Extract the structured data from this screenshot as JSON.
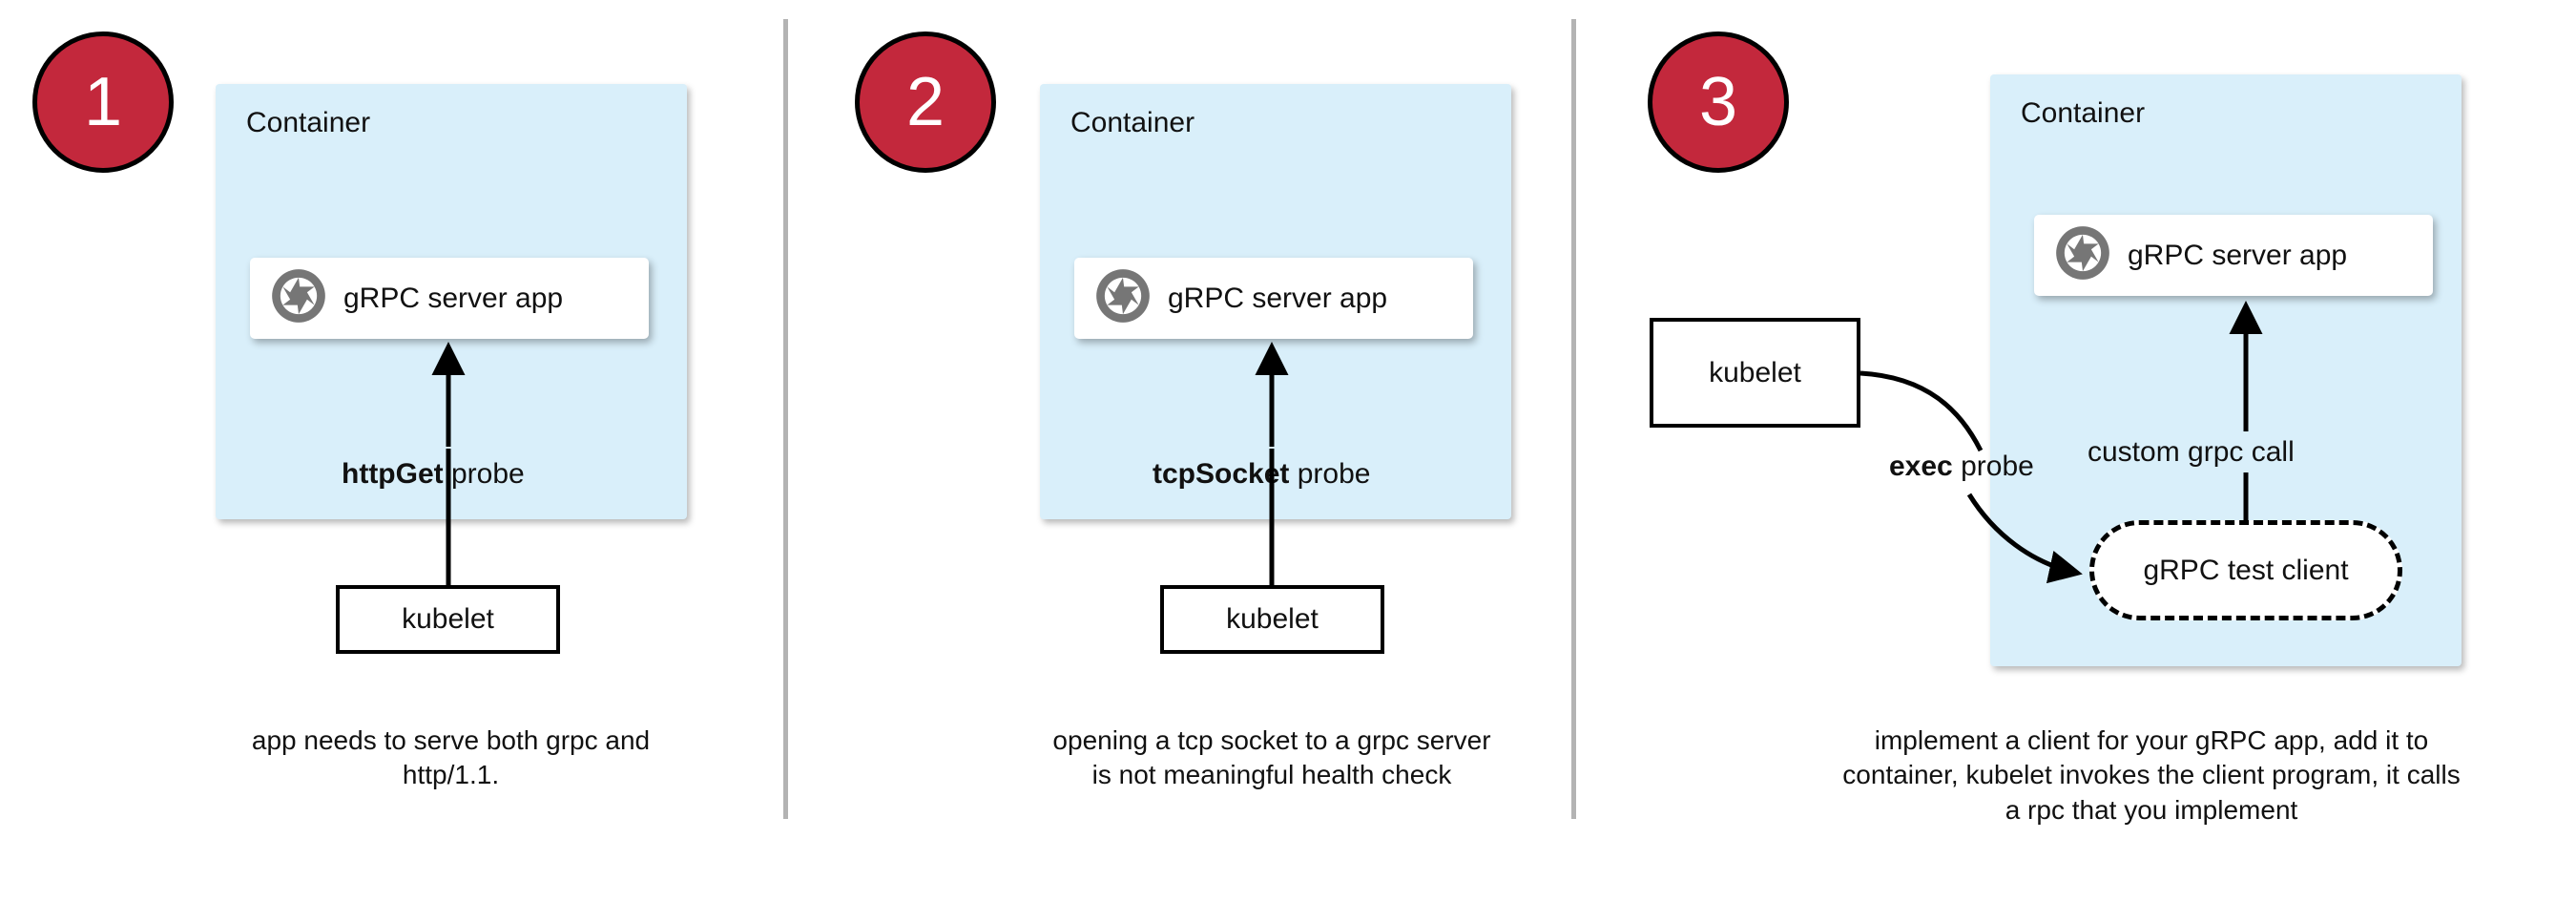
{
  "diagram": {
    "title": "Kubernetes gRPC health probe approaches",
    "colors": {
      "badge_red": "#c3283c",
      "container_blue": "#d9effa",
      "divider_gray": "#b3b3b3",
      "icon_gray": "#767676",
      "stroke_black": "#000000"
    },
    "panels": [
      {
        "number": "1",
        "container_label": "Container",
        "app": {
          "icon": "grpc-aperture-icon",
          "label": "gRPC server app"
        },
        "probe_label_bold": "httpGet",
        "probe_label_rest": " probe",
        "kubelet_label": "kubelet",
        "caption": "app needs to serve both grpc and http/1.1."
      },
      {
        "number": "2",
        "container_label": "Container",
        "app": {
          "icon": "grpc-aperture-icon",
          "label": "gRPC server app"
        },
        "probe_label_bold": "tcpSocket",
        "probe_label_rest": " probe",
        "kubelet_label": "kubelet",
        "caption": "opening a tcp socket to a grpc server is not meaningful health check"
      },
      {
        "number": "3",
        "container_label": "Container",
        "app": {
          "icon": "grpc-aperture-icon",
          "label": "gRPC server app"
        },
        "probe_label_bold": "exec",
        "probe_label_rest": " probe",
        "kubelet_label": "kubelet",
        "test_client_label": "gRPC test client",
        "inner_call_label": "custom grpc call",
        "caption": "implement a client for your gRPC app, add it to container, kubelet invokes the client program, it calls a rpc that you implement"
      }
    ]
  }
}
